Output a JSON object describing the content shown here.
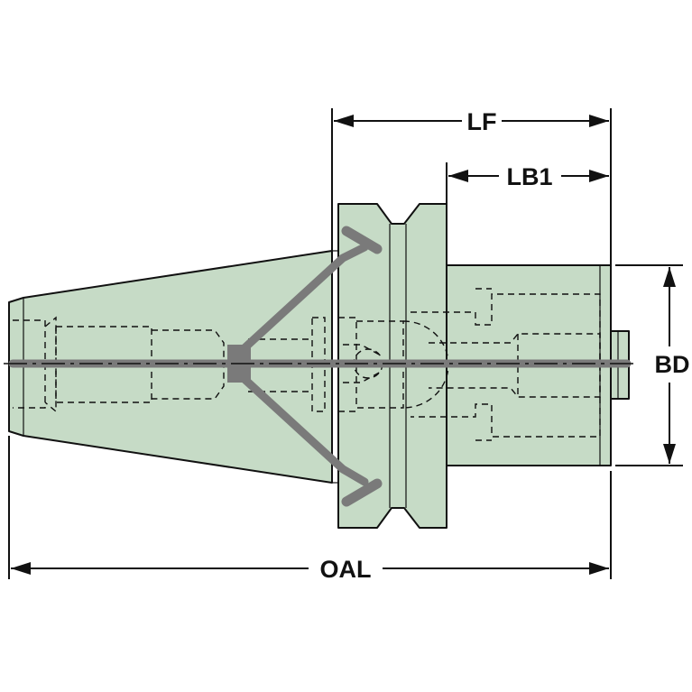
{
  "dimensions": {
    "lf": "LF",
    "lb1": "LB1",
    "bd": "BD",
    "oal": "OAL"
  },
  "colors": {
    "body": "#c6dbc6",
    "outline": "#111111",
    "coolant_channel": "#7a7a7a"
  }
}
